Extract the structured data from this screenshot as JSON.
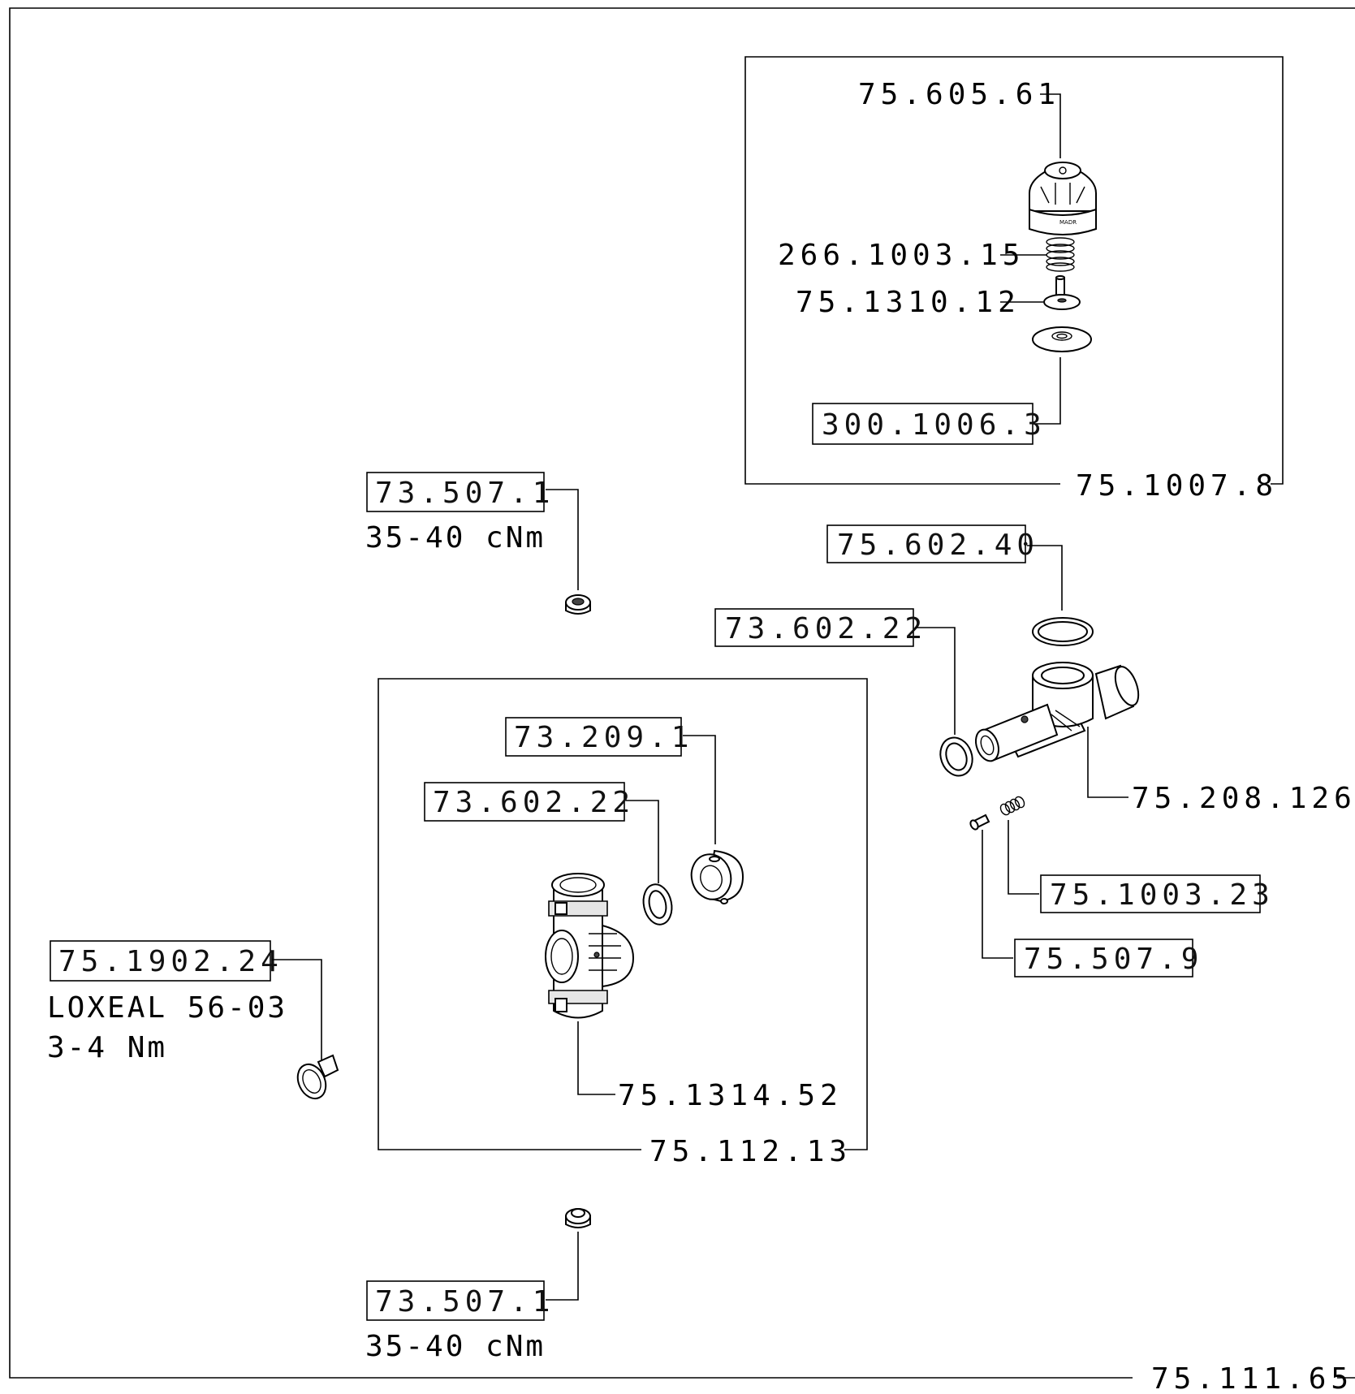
{
  "assembly": {
    "number": "75.111.65"
  },
  "subassemblies": {
    "valve_cap_group": "75.1007.8",
    "body_group": "75.112.13"
  },
  "parts": {
    "cap": "75.605.61",
    "cap_spring": "266.1003.15",
    "piston": "75.1310.12",
    "diaphragm": "300.1006.3",
    "o_ring": "75.602.40",
    "seal_ring_right": "73.602.22",
    "valve_body": "75.208.126",
    "spring_small": "75.1003.23",
    "pin": "75.507.9",
    "nozzle_top": "73.507.1",
    "nozzle_bottom": "73.507.1",
    "inner_block": "73.209.1",
    "seal_ring_inner": "73.602.22",
    "chamber": "75.1314.52",
    "plug": "75.1902.24"
  },
  "notes": {
    "torque_nozzle_top": "35-40 cNm",
    "torque_nozzle_bottom": "35-40 cNm",
    "plug_adhesive": "LOXEAL 56-03",
    "plug_torque": "3-4 Nm"
  },
  "icons": [
    "cap-icon",
    "spring-icon",
    "piston-icon",
    "diaphragm-icon",
    "o-ring-icon",
    "seal-ring-icon",
    "valve-body-icon",
    "pin-icon",
    "nozzle-icon",
    "block-icon",
    "chamber-icon",
    "plug-icon"
  ]
}
